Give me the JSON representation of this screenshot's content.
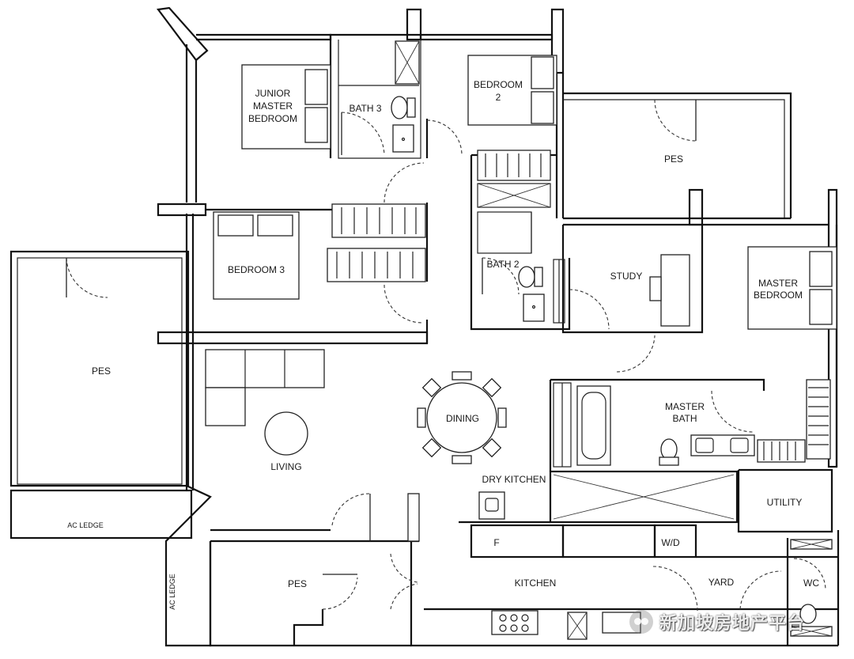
{
  "rooms": {
    "junior_master": [
      "JUNIOR",
      "MASTER",
      "BEDROOM"
    ],
    "bath3": "BATH 3",
    "bedroom2": [
      "BEDROOM",
      "2"
    ],
    "pes_top": "PES",
    "bedroom3": "BEDROOM 3",
    "bath2": "BATH 2",
    "study": "STUDY",
    "master_bedroom": [
      "MASTER",
      "BEDROOM"
    ],
    "pes_left": "PES",
    "dining": "DINING",
    "master_bath": [
      "MASTER",
      "BATH"
    ],
    "living": "LIVING",
    "dry_kitchen": "DRY KITCHEN",
    "utility": "UTILITY",
    "ac_ledge_left": "AC LEDGE",
    "ac_ledge_bottom": "AC LEDGE",
    "fridge": "F",
    "wd": "W/D",
    "pes_bottom": "PES",
    "kitchen": "KITCHEN",
    "yard": "YARD",
    "wc": "WC"
  },
  "watermark": {
    "icon": "wechat-icon",
    "text": "新加坡房地产平台"
  }
}
